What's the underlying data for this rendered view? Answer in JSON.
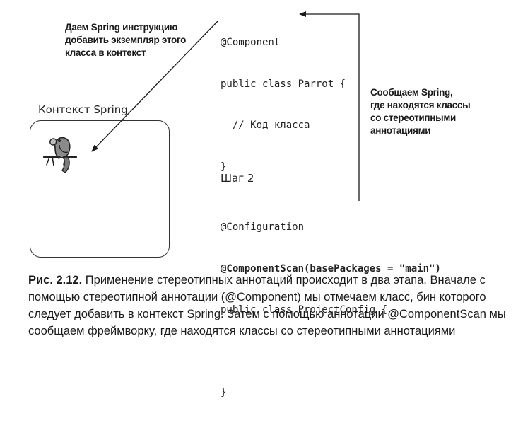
{
  "notes": {
    "step1": "Даем Spring инструкцию\nдобавить экземпляр этого\nкласса в контекст",
    "step2": "Сообщаем Spring,\nгде находятся классы\nсо стереотипными\nаннотациями"
  },
  "context_label": "Контекст Spring",
  "step_label": "Шаг 2",
  "code_component": {
    "line1": "@Component",
    "line2": "public class Parrot {",
    "line3": "  // Код класса",
    "line4": "}"
  },
  "code_config": {
    "line1": "@Configuration",
    "line2": "@ComponentScan(basePackages = \"main\")",
    "line3": "public class ProjectConfig {",
    "line4": "",
    "line5": "}"
  },
  "bean_icon": "parrot-icon",
  "caption": {
    "figure": "Рис. 2.12.",
    "text": " Применение стереотипных аннотаций происходит в два этапа. Вначале с помощью стереотипной аннотации (@Component) мы отмечаем класс, бин которого следует добавить в контекст Spring. Затем с помощью аннотации @ComponentScan мы сообщаем фреймворку, где находятся классы со стереотипными аннотациями"
  }
}
